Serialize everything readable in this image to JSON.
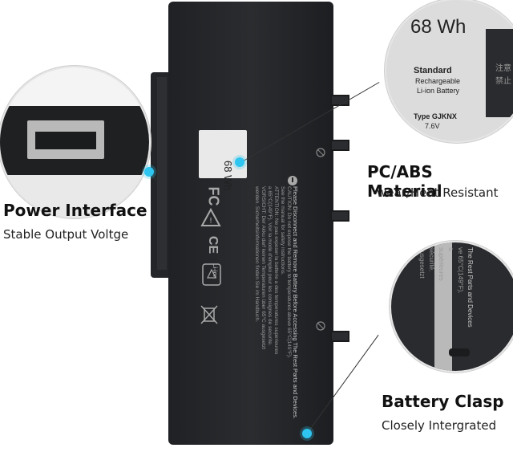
{
  "features": [
    {
      "title": "Power Interface",
      "subtitle": "Stable Output Voltge"
    },
    {
      "title": "PC/ABS Material",
      "subtitle": "wear/Heat Resistant"
    },
    {
      "title": "Battery Clasp",
      "subtitle": "Closely Intergrated"
    }
  ],
  "label": {
    "capacity": "68 Wh",
    "grade": "Standard",
    "rechargeable": "Rechargeable",
    "chemistry": "Li-ion Battery",
    "type": "Type GJKNX",
    "voltage": "7.6V",
    "warn_short_1": "注意",
    "warn_short_2": "禁止"
  },
  "warning": {
    "title": "Please Disconnect and Remove Battery Before Accessing The Rest Parts and Devices.",
    "lines": [
      "CAUTION: Do not expose the battery to temperatures above 65°C(149°F).",
      "See the manual for safety instructions.",
      "ATTENTION: Ne pas exposer la batterie a des temperatures superieures",
      "a 65°C(149°F). Voir la mode d'emploi pour les consignes de securite.",
      "VORSICHT: Der Akku darf keinen Temperaturen über 65°C ausgesetzt",
      "werden. Sicherheitsinformationen finden Sie im Handbuch."
    ]
  },
  "zoom_clasp": {
    "lines": [
      "The Rest Parts and Devices",
      "ve 65°C(149°F).",
      "s.",
      "supérieures",
      "sécurité.",
      "ausgesetzt"
    ]
  },
  "certifications": [
    "FC",
    "CE",
    "Li-ion"
  ],
  "colors": {
    "accent_dot": "#2ec6f0",
    "battery": "#232528",
    "label": "#e9e9e9"
  },
  "icons": [
    "hazard-triangle-icon",
    "recycle-icon",
    "crossed-bin-icon",
    "info-icon"
  ]
}
